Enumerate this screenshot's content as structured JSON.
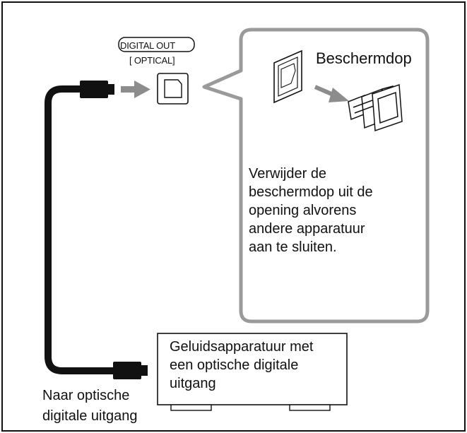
{
  "port": {
    "label": "DIGITAL OUT",
    "sublabel": "[ OPTICAL]"
  },
  "callout": {
    "cap_label": "Beschermdop",
    "instruction_lines": [
      "Verwijder de",
      "beschermdop uit de",
      "opening alvorens",
      "andere apparatuur",
      "aan te sluiten."
    ]
  },
  "device": {
    "label_lines": [
      "Geluidsapparatuur met",
      "een optische digitale",
      "uitgang"
    ]
  },
  "source": {
    "label_lines": [
      "Naar optische",
      "digitale uitgang"
    ]
  },
  "colors": {
    "frame": "#111111",
    "callout_border": "#9a9a9a",
    "arrow": "#8c8c8c",
    "cable": "#111111"
  }
}
